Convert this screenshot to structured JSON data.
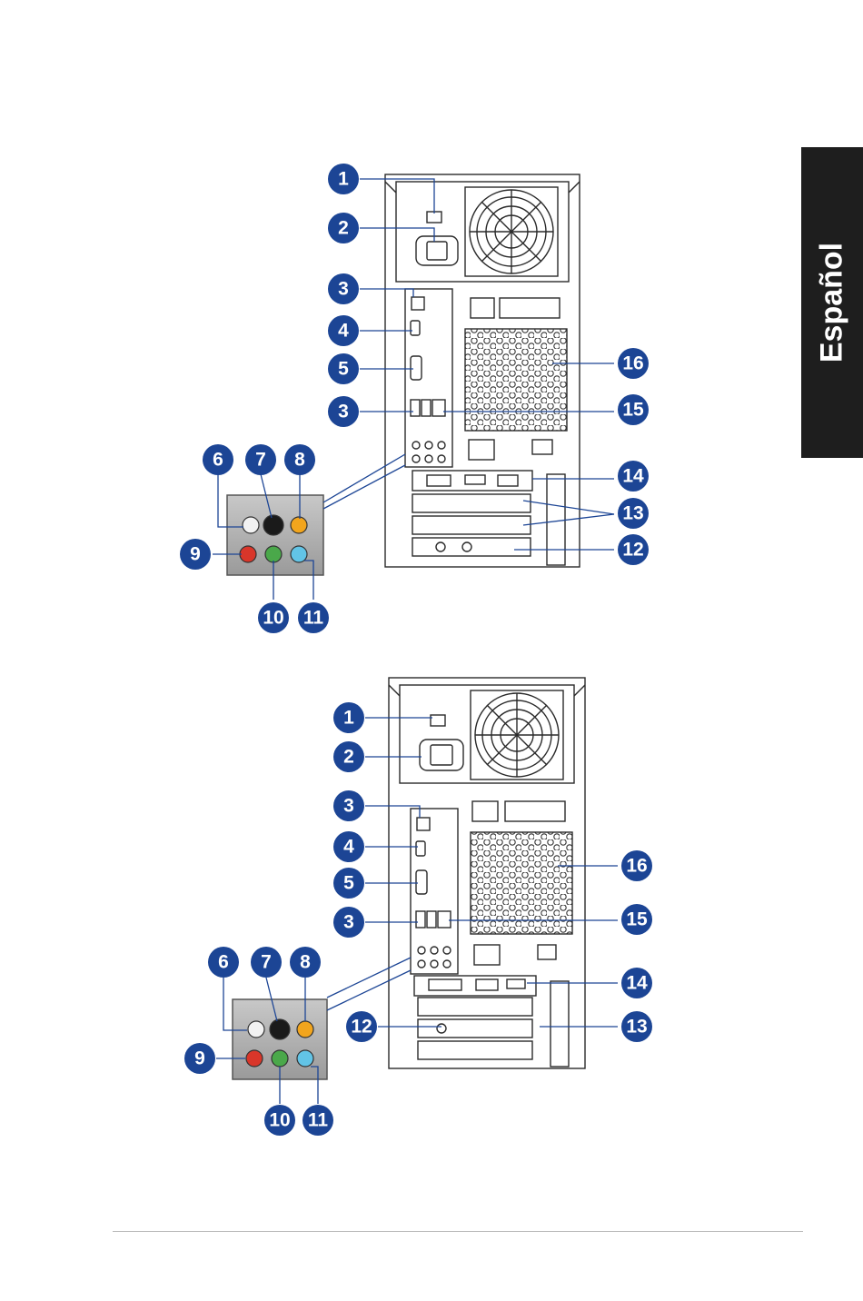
{
  "side_tab": {
    "label": "Español"
  },
  "diagram_top": {
    "callouts": [
      "1",
      "2",
      "3",
      "4",
      "5",
      "3",
      "6",
      "7",
      "8",
      "9",
      "10",
      "11",
      "16",
      "15",
      "14",
      "13",
      "12"
    ]
  },
  "diagram_bottom": {
    "callouts": [
      "1",
      "2",
      "3",
      "4",
      "5",
      "3",
      "6",
      "7",
      "8",
      "9",
      "10",
      "11",
      "12",
      "16",
      "15",
      "14",
      "13"
    ]
  }
}
